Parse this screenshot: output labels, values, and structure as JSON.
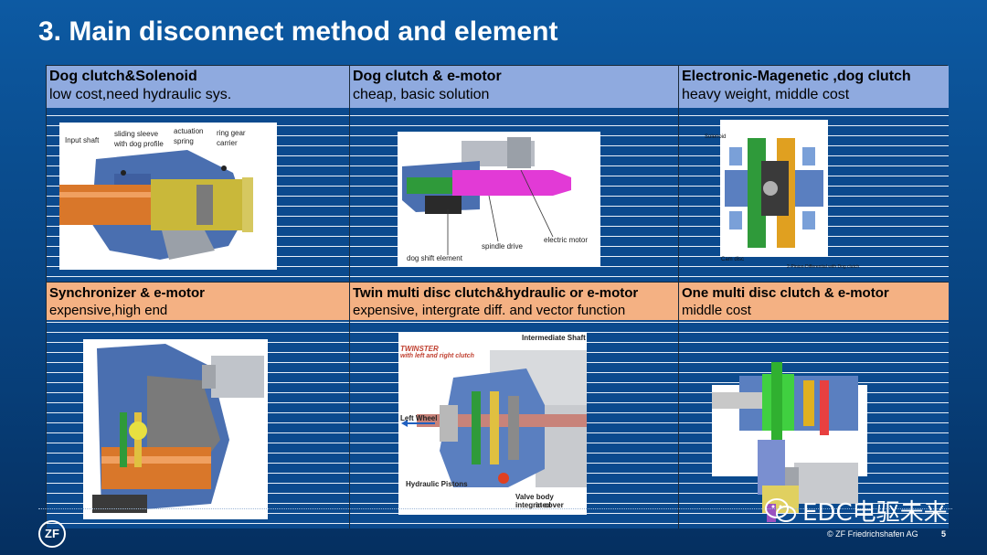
{
  "title": "3. Main disconnect method and element",
  "cells": [
    {
      "title": "Dog clutch&Solenoid",
      "subtitle": "low cost,need hydraulic sys.",
      "labels": [
        "Input shaft",
        "sliding sleeve",
        "with dog profile",
        "actuation",
        "spring",
        "ring gear",
        "carrier"
      ]
    },
    {
      "title": "Dog clutch & e-motor",
      "subtitle": "cheap, basic solution",
      "labels": [
        "electric motor",
        "spindle drive",
        "dog shift element"
      ]
    },
    {
      "title": "Electronic-Magenetic ,dog clutch",
      "subtitle": "heavy weight, middle cost",
      "labels": [
        "Solenoid",
        "Cam disc",
        "2-Pinion-Differential with Dog clutch"
      ]
    },
    {
      "title": "Synchronizer & e-motor",
      "subtitle": "expensive,high end",
      "labels": []
    },
    {
      "title": "Twin multi disc clutch&hydraulic or e-motor",
      "subtitle": "expensive, intergrate diff. and vector function",
      "labels": [
        "Intermediate Shaft",
        "TWINSTER",
        "with left and right clutch",
        "Left Wheel",
        "Hydraulic Pistons",
        "Valve body integrated",
        "in cover"
      ]
    },
    {
      "title": "One multi disc  clutch & e-motor",
      "subtitle": "middle cost",
      "labels": []
    }
  ],
  "footer": {
    "logo": "ZF",
    "copyright": "© ZF Friedrichshafen AG",
    "page": "5",
    "watermark": "EDC电驱未来"
  }
}
